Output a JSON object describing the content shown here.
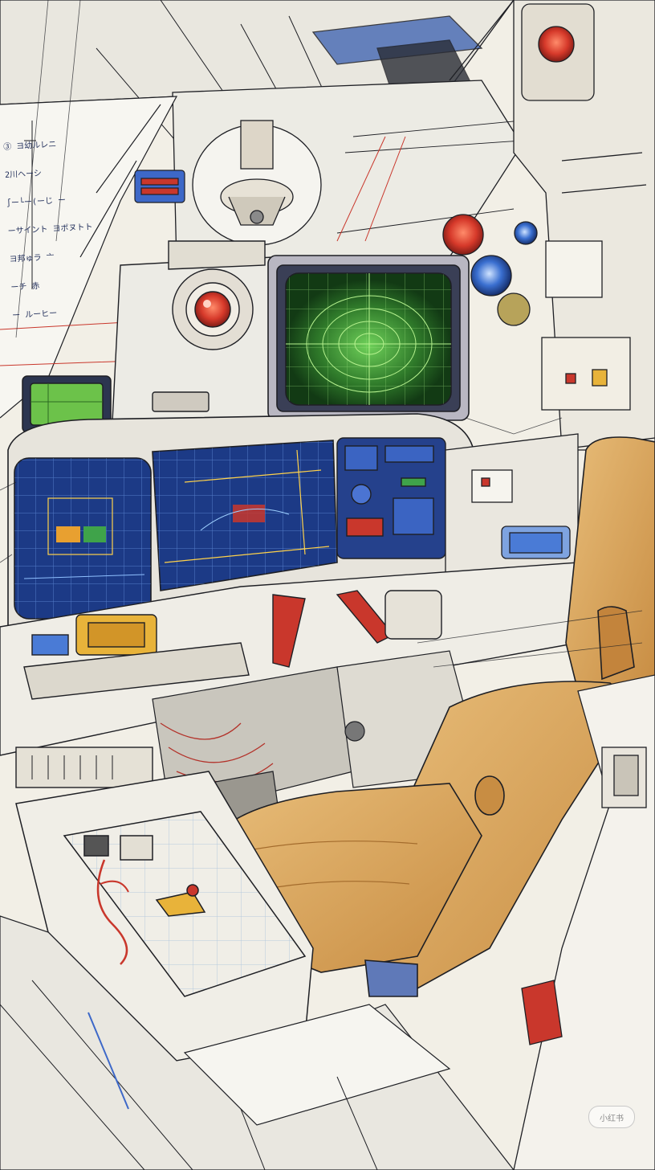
{
  "image": {
    "subject": "hand-drawn ink and watercolor sketch of a spacecraft cockpit interior",
    "palette": {
      "paper": "#f2efe6",
      "ink": "#1e1f24",
      "seat": "#d9a25a",
      "screen_blue": "#1c3a86",
      "screen_green": "#2f7a2a",
      "accent_red": "#c9372c",
      "accent_yellow": "#e8b33a"
    }
  },
  "margin_notes": [
    "③ ヨ幼ルレニ",
    "2川ヘーシ",
    "∫ー└ー(ーじ ー",
    "ーサイント ヨポヌトト",
    "ヨ邦ゅラ 亠",
    "ーチ 赤",
    "ー ルーヒー"
  ],
  "watermark": "小红书"
}
